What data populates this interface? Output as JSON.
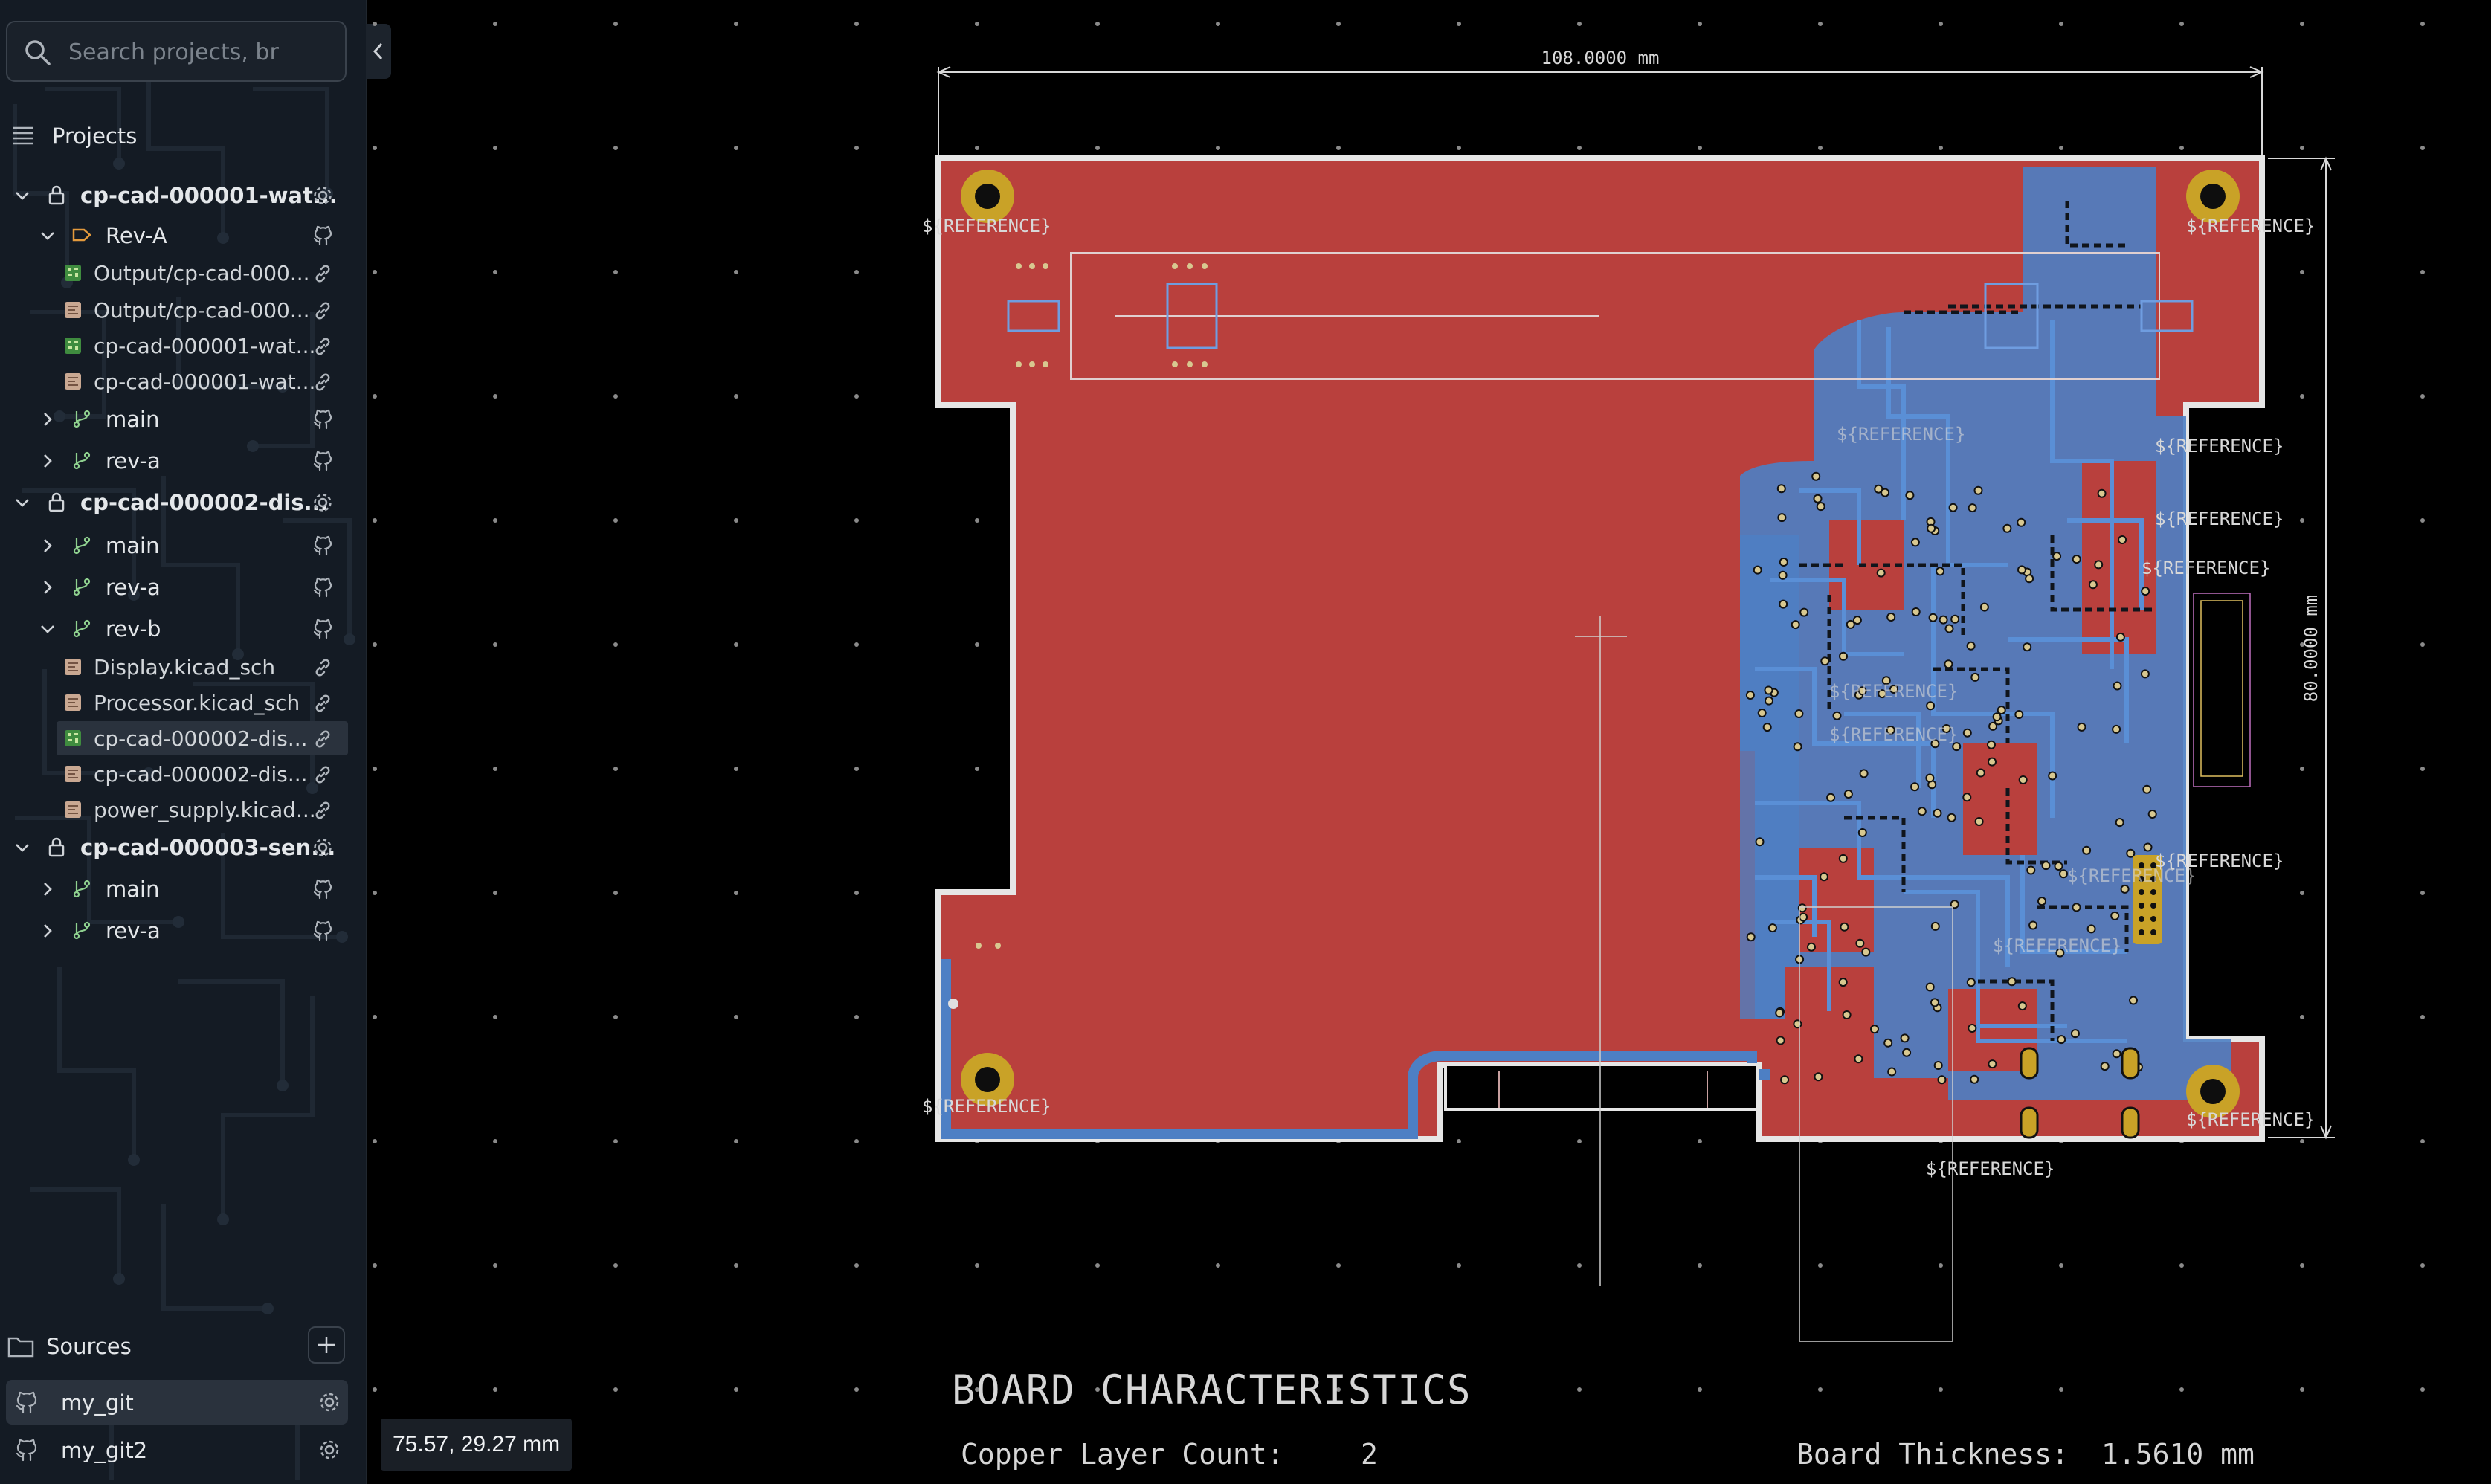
{
  "search": {
    "placeholder": "Search projects, br"
  },
  "sidebar": {
    "projects_label": "Projects",
    "tree": [
      {
        "label": "cp-cad-000001-wat...",
        "kind": "project",
        "icon": "lock-icon",
        "right_icon": "gear-icon"
      },
      {
        "label": "Rev-A",
        "kind": "revision",
        "icon": "tag-icon",
        "right_icon": "github-icon"
      },
      {
        "label": "Output/cp-cad-000...",
        "kind": "file",
        "icon": "pcb-file-icon",
        "right_icon": "link-icon"
      },
      {
        "label": "Output/cp-cad-000...",
        "kind": "file",
        "icon": "schematic-file-icon",
        "right_icon": "link-icon"
      },
      {
        "label": "cp-cad-000001-wat...",
        "kind": "file",
        "icon": "pcb-file-icon",
        "right_icon": "link-icon"
      },
      {
        "label": "cp-cad-000001-wat...",
        "kind": "file",
        "icon": "schematic-file-icon",
        "right_icon": "link-icon"
      },
      {
        "label": "main",
        "kind": "branch",
        "icon": "branch-icon",
        "right_icon": "github-icon"
      },
      {
        "label": "rev-a",
        "kind": "branch",
        "icon": "branch-icon",
        "right_icon": "github-icon"
      },
      {
        "label": "cp-cad-000002-dis...",
        "kind": "project",
        "icon": "lock-icon",
        "right_icon": "gear-icon"
      },
      {
        "label": "main",
        "kind": "branch",
        "icon": "branch-icon",
        "right_icon": "github-icon"
      },
      {
        "label": "rev-a",
        "kind": "branch",
        "icon": "branch-icon",
        "right_icon": "github-icon"
      },
      {
        "label": "rev-b",
        "kind": "branch",
        "icon": "branch-icon",
        "right_icon": "github-icon"
      },
      {
        "label": "Display.kicad_sch",
        "kind": "file",
        "icon": "schematic-file-icon",
        "right_icon": "link-icon"
      },
      {
        "label": "Processor.kicad_sch",
        "kind": "file",
        "icon": "schematic-file-icon",
        "right_icon": "link-icon"
      },
      {
        "label": "cp-cad-000002-dis...",
        "kind": "file",
        "icon": "pcb-file-icon",
        "right_icon": "link-icon",
        "selected": true
      },
      {
        "label": "cp-cad-000002-dis...",
        "kind": "file",
        "icon": "schematic-file-icon",
        "right_icon": "link-icon"
      },
      {
        "label": "power_supply.kicad...",
        "kind": "file",
        "icon": "schematic-file-icon",
        "right_icon": "link-icon"
      },
      {
        "label": "cp-cad-000003-sen...",
        "kind": "project",
        "icon": "lock-icon",
        "right_icon": "gear-icon"
      },
      {
        "label": "main",
        "kind": "branch",
        "icon": "branch-icon",
        "right_icon": "github-icon"
      },
      {
        "label": "rev-a",
        "kind": "branch",
        "icon": "branch-icon",
        "right_icon": "github-icon"
      }
    ],
    "sources_label": "Sources",
    "sources": [
      {
        "label": "my_git",
        "selected": true
      },
      {
        "label": "my_git2",
        "selected": false
      }
    ]
  },
  "status": {
    "coordinates": "75.57, 29.27 mm"
  },
  "board": {
    "width_dim": "108.0000 mm",
    "height_dim": "80.0000 mm",
    "reference_text": "${REFERENCE}",
    "characteristics_title": "BOARD CHARACTERISTICS",
    "copper_layer_label": "Copper Layer Count:",
    "copper_layer_value": "2",
    "thickness_label": "Board Thickness:",
    "thickness_value": "1.5610 mm"
  },
  "colors": {
    "sidebar_bg": "#141b24",
    "board_copper": "#b9403d",
    "bottom_copper": "#4d7fc4",
    "pad_gold": "#c9a227",
    "outline": "#e6e6e6"
  }
}
